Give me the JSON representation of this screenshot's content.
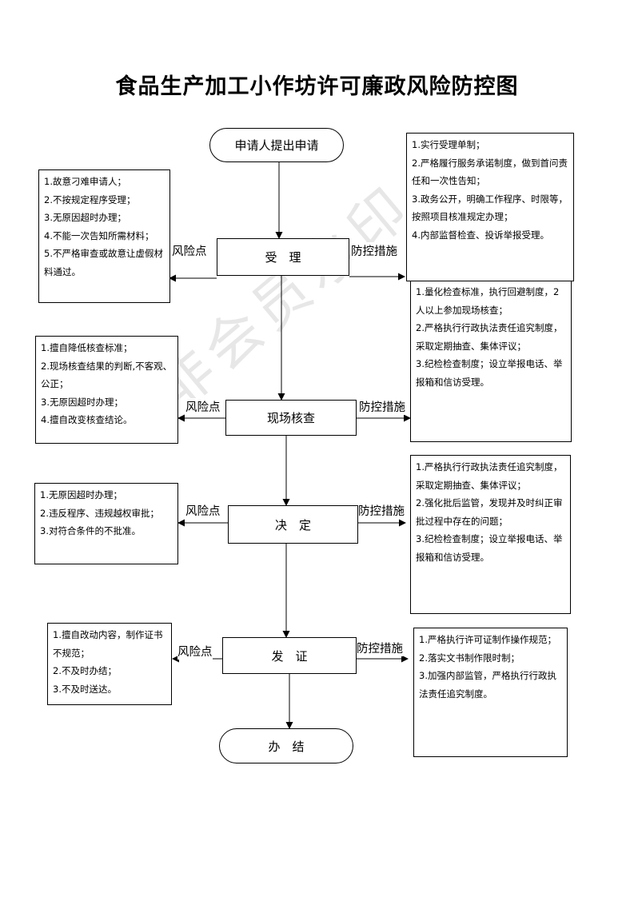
{
  "title": "食品生产加工小作坊许可廉政风险防控图",
  "watermark": "非会员水印",
  "labels": {
    "risk": "风险点",
    "control": "防控措施"
  },
  "nodes": {
    "start": "申请人提出申请",
    "step1": "受　理",
    "step2": "现场核查",
    "step3": "决　定",
    "step4": "发　证",
    "end": "办　结"
  },
  "risks": {
    "step1": [
      "1.故意刁难申请人；",
      "2.不按规定程序受理；",
      "3.无原因超时办理；",
      "4.不能一次告知所需材料；",
      "5.不严格审查或故意让虚假材料通过。"
    ],
    "step2": [
      "1.擅自降低核查标准；",
      "2.现场核查结果的判断,不客观、公正；",
      "3.无原因超时办理；",
      "4.擅自改变核查结论。"
    ],
    "step3": [
      "1.无原因超时办理；",
      "2.违反程序、违规越权审批；",
      "3.对符合条件的不批准。"
    ],
    "step4": [
      "1.擅自改动内容，制作证书不规范；",
      "2.不及时办结；",
      "3.不及时送达。"
    ]
  },
  "controls": {
    "step1": [
      "1.实行受理单制；",
      "2.严格履行服务承诺制度，做到首问责任和一次性告知；",
      "3.政务公开，明确工作程序、时限等，按照项目核准规定办理；",
      "4.内部监督检查、投诉举报受理。"
    ],
    "step2": [
      "1.量化检查标准，执行回避制度，2人以上参加现场核查；",
      "2.严格执行行政执法责任追究制度，采取定期抽查、集体评议；",
      "3.纪检检查制度；设立举报电话、举报箱和信访受理。"
    ],
    "step3": [
      "1.严格执行行政执法责任追究制度，采取定期抽查、集体评议；",
      "2.强化批后监管，发现并及时纠正审批过程中存在的问题；",
      "3.纪检检查制度；设立举报电话、举报箱和信访受理。"
    ],
    "step4": [
      "1.严格执行许可证制作操作规范；",
      "2.落实文书制作限时制；",
      "3.加强内部监管，严格执行行政执法责任追究制度。"
    ]
  }
}
